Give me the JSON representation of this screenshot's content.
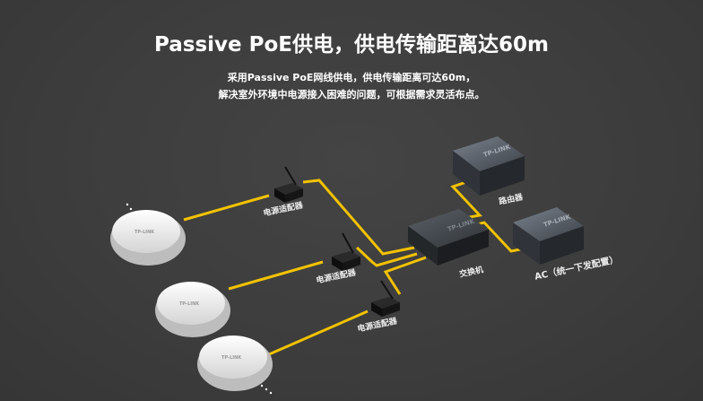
{
  "header": {
    "title": "Passive PoE供电，供电传输距离达60m",
    "line1": "采用Passive PoE网线供电，供电传输距离可达60m，",
    "line2": "解决室外环境中电源接入困难的问题，可根据需求灵活布点。"
  },
  "diagram": {
    "adapter_label": "电源适配器",
    "switch_label": "交换机",
    "router_label": "路由器",
    "ac_label": "AC（统一下发配置）",
    "brand": "TP-LINK",
    "cable_color": "#f2c200"
  }
}
